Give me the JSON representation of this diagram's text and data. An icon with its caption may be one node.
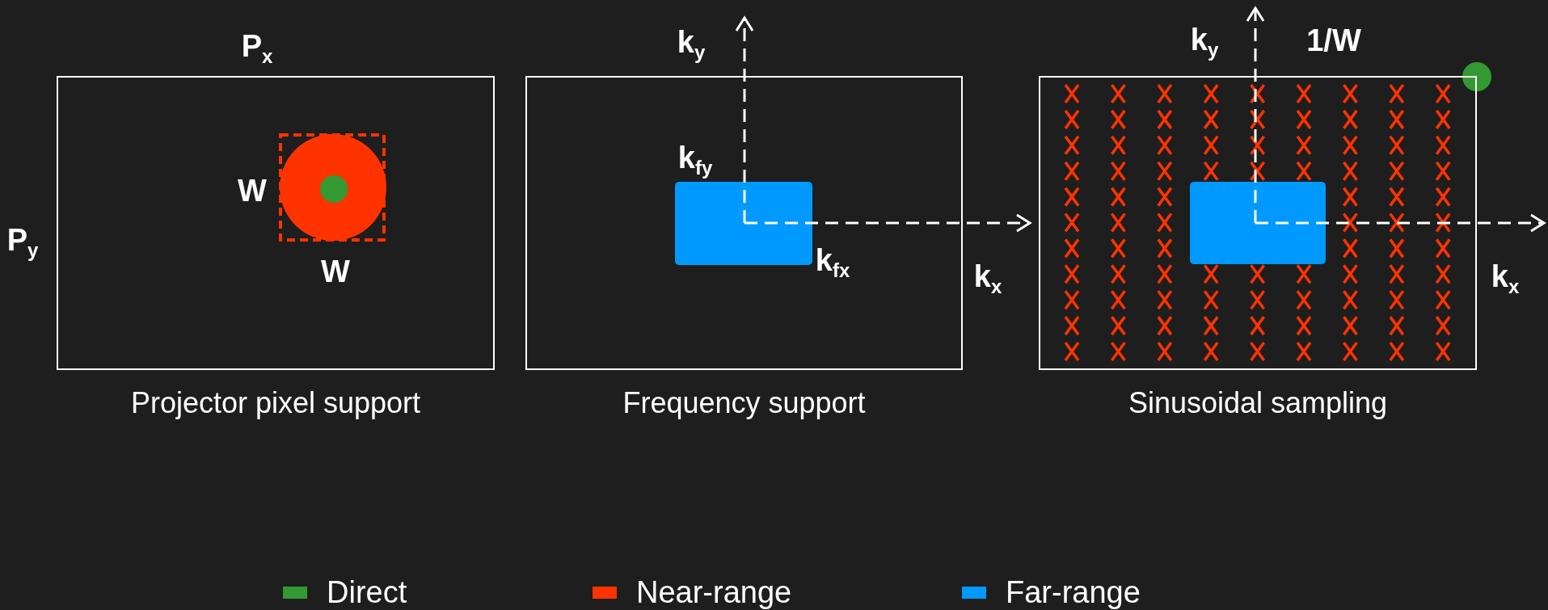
{
  "diagram": {
    "nodes": [
      {
        "text": [
          "Projector pixel support"
        ]
      },
      {
        "text": [
          "Frequency support"
        ]
      },
      {
        "text": [
          "Sinusoidal sampling"
        ]
      }
    ],
    "labels": [
      "P$_{x}$",
      "P$_{y}$",
      "W",
      "W",
      "k$_{y}$",
      "k$_{fy}$",
      "k$_{fx}$",
      "k$_{x}$",
      "k$_{y}$",
      "1/W",
      "k$_{x}$"
    ],
    "legend": [
      {
        "text": "Direct",
        "color": "#339933"
      },
      {
        "text": "Near-range",
        "color": "#ff3300"
      },
      {
        "text": "Far-range",
        "color": "#0099ff"
      }
    ]
  }
}
